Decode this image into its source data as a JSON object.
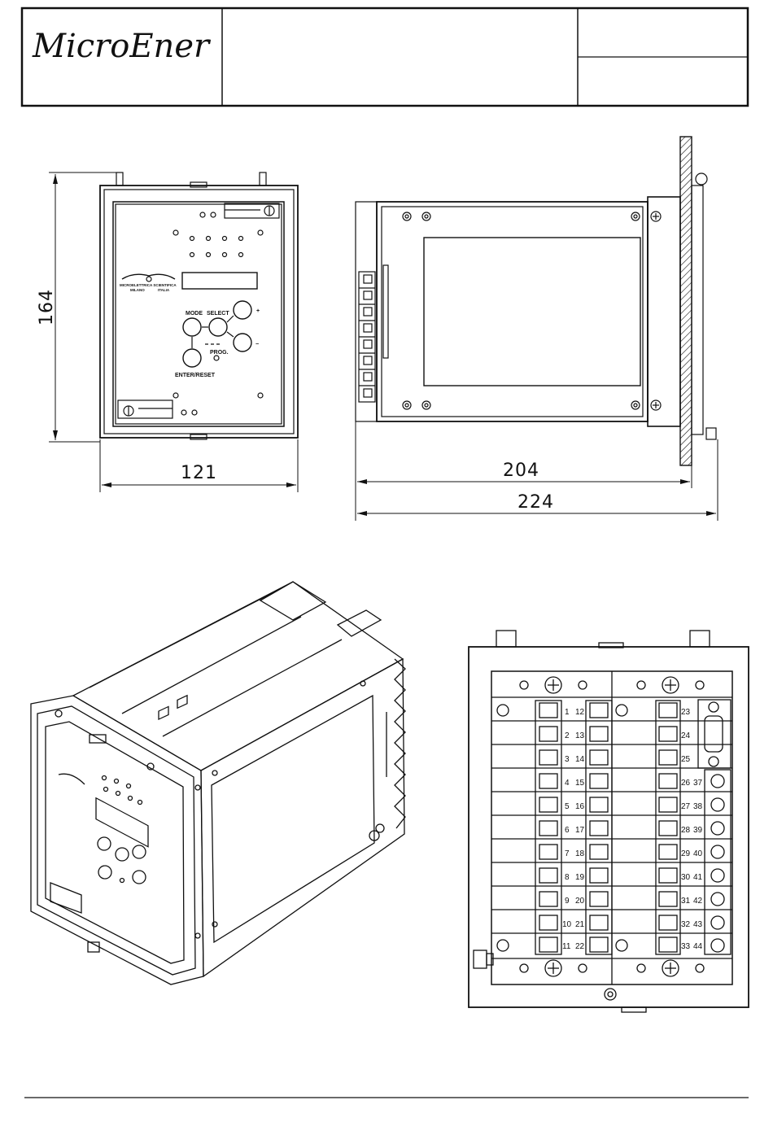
{
  "title_block": {
    "logo": "MicroEner"
  },
  "front_view": {
    "height_dim": "164",
    "width_dim": "121",
    "brand_line1": "MICROELETTRICA SCIENTIFICA",
    "brand_line2a": "MILANO",
    "brand_line2b": "ITALIA",
    "mode_label": "MODE",
    "select_label": "SELECT",
    "plus_label": "+",
    "minus_label": "−",
    "proc_label": "PROG.",
    "enter_label": "ENTER/RESET"
  },
  "side_view": {
    "depth_dim": "204",
    "total_dim": "224"
  },
  "terminal_view": {
    "left_col_a": [
      "1",
      "2",
      "3",
      "4",
      "5",
      "6",
      "7",
      "8",
      "9",
      "10",
      "11"
    ],
    "left_col_b": [
      "12",
      "13",
      "14",
      "15",
      "16",
      "17",
      "18",
      "19",
      "20",
      "21",
      "22"
    ],
    "right_col_a": [
      "23",
      "24",
      "25",
      "26",
      "27",
      "28",
      "29",
      "30",
      "31",
      "32",
      "33"
    ],
    "right_col_b": [
      "37",
      "38",
      "39",
      "40",
      "41",
      "42",
      "43",
      "44"
    ]
  }
}
